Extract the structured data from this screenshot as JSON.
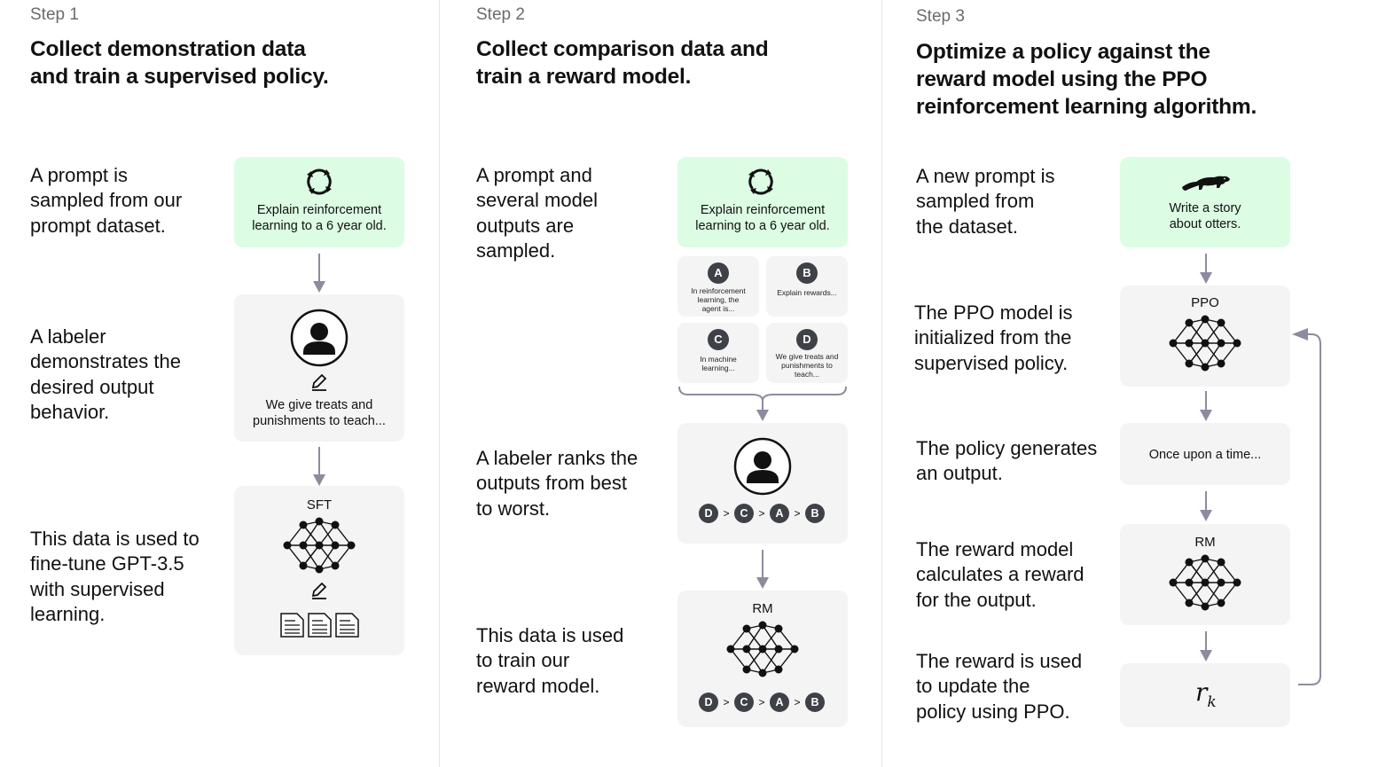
{
  "steps": [
    {
      "label": "Step 1",
      "title_line1": "Collect demonstration data",
      "title_line2": "and train a supervised policy.",
      "rows": [
        {
          "desc": [
            "A prompt is",
            "sampled from our",
            "prompt dataset."
          ]
        },
        {
          "desc": [
            "A labeler",
            "demonstrates the",
            "desired output",
            "behavior."
          ]
        },
        {
          "desc": [
            "This data is used to",
            "fine-tune GPT-3.5",
            "with supervised",
            "learning."
          ]
        }
      ],
      "prompt_text": [
        "Explain reinforcement",
        "learning to a 6 year old."
      ],
      "demo_text": [
        "We give treats and",
        "punishments to teach..."
      ],
      "model_label": "SFT"
    },
    {
      "label": "Step 2",
      "title_line1": "Collect comparison data and",
      "title_line2": "train a reward model.",
      "rows": [
        {
          "desc": [
            "A prompt and",
            "several model",
            "outputs are",
            "sampled."
          ]
        },
        {
          "desc": [
            "A labeler ranks the",
            "outputs from best",
            "to worst."
          ]
        },
        {
          "desc": [
            "This data is used",
            "to train our",
            "reward model."
          ]
        }
      ],
      "prompt_text": [
        "Explain reinforcement",
        "learning to a 6 year old."
      ],
      "outputs": [
        {
          "badge": "A",
          "text": [
            "In reinforcement",
            "learning, the",
            "agent is..."
          ]
        },
        {
          "badge": "B",
          "text": [
            "Explain rewards..."
          ]
        },
        {
          "badge": "C",
          "text": [
            "In machine",
            "learning..."
          ]
        },
        {
          "badge": "D",
          "text": [
            "We give treats and",
            "punishments to",
            "teach..."
          ]
        }
      ],
      "ranking": [
        "D",
        "C",
        "A",
        "B"
      ],
      "ranking_sep": ">",
      "model_label": "RM"
    },
    {
      "label": "Step 3",
      "title_line1": "Optimize a policy against the",
      "title_line2": "reward model using the PPO",
      "title_line3": "reinforcement learning algorithm.",
      "rows": [
        {
          "desc": [
            "A new prompt is",
            "sampled from",
            "the dataset."
          ]
        },
        {
          "desc": [
            "The PPO model is",
            "initialized from the",
            "supervised policy."
          ]
        },
        {
          "desc": [
            "The policy generates",
            "an output."
          ]
        },
        {
          "desc": [
            "The reward model",
            "calculates a reward",
            "for the output."
          ]
        },
        {
          "desc": [
            "The reward is used",
            "to update the",
            "policy using PPO."
          ]
        }
      ],
      "prompt_text": [
        "Write a story",
        "about otters."
      ],
      "ppo_label": "PPO",
      "output_text": "Once upon a time...",
      "rm_label": "RM",
      "reward_symbol": "r",
      "reward_subscript": "k"
    }
  ],
  "colors": {
    "prompt_card": "#dcfce4",
    "card": "#f4f4f4",
    "arrow": "#8c8c9e",
    "badge": "#3e4148"
  }
}
